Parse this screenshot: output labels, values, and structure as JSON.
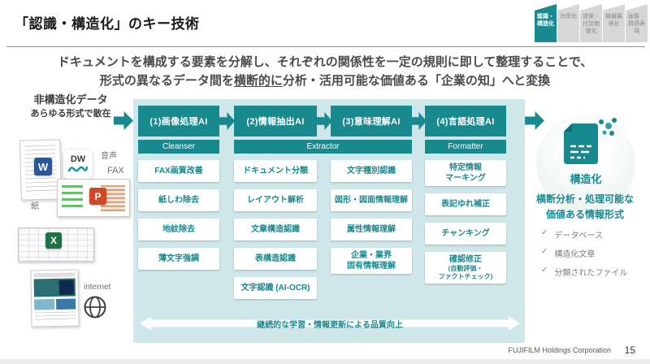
{
  "slide": {
    "title": "「認識・構造化」のキー技術",
    "subtitle": {
      "line1": "ドキュメントを構成する要素を分解し、それぞれの関係性を一定の規則に即して整理することで、",
      "line2_pre": "形式の異なるデータ間を",
      "line2_underlined": "横断的に",
      "line2_post": "分析・活用可能な価値ある「企業の知」へと変換"
    }
  },
  "nav_tabs": [
    {
      "label": "認識・構造化",
      "active": true
    },
    {
      "label": "効率化",
      "active": false
    },
    {
      "label": "提案・付加価値化",
      "active": false
    },
    {
      "label": "機器最適化",
      "active": false
    },
    {
      "label": "画像・質感表現",
      "active": false
    }
  ],
  "source": {
    "heading": "非構造化データ",
    "subheading": "あらゆる形式で散在",
    "labels": {
      "audio": "音声",
      "fax": "FAX",
      "paper": "紙",
      "internet": "internet"
    },
    "file_icons": {
      "word": "W",
      "docuworks": "DW",
      "powerpoint": "P",
      "excel": "X"
    }
  },
  "pipeline": {
    "columns": [
      {
        "header": "(1)画像処理AI",
        "items": [
          "FAX画質改善",
          "紙しわ除去",
          "地紋除去",
          "薄文字強調"
        ]
      },
      {
        "header": "(2)情報抽出AI",
        "items": [
          "ドキュメント分類",
          "レイアウト解析",
          "文章構造認識",
          "表構造認識",
          "文字認識 (AI-OCR)"
        ]
      },
      {
        "header": "(3)意味理解AI",
        "items": [
          "文字種別認識",
          "図形・図面情報理解",
          "属性情報理解",
          "企業・業界\n固有情報理解"
        ]
      },
      {
        "header": "(4)言語処理AI",
        "items": [
          "特定情報\nマーキング",
          "表記ゆれ補正",
          "チャンキング",
          "確認修正"
        ],
        "item4_sub": "(自動評価・\nファクトチェック)"
      }
    ],
    "roles": [
      "Cleanser",
      "Extractor",
      "Formatter"
    ],
    "bottom_arrow": "継続的な学習・情報更新による品質向上"
  },
  "output": {
    "title": "構造化",
    "description": "横断分析・処理可能な\n価値ある情報形式",
    "check_glyph": "✓",
    "checklist": [
      "データベース",
      "構造化文章",
      "分類されたファイル"
    ]
  },
  "footer": {
    "company": "FUJIFILM Holdings Corporation",
    "page": "15"
  },
  "colors": {
    "teal": "#17898f",
    "teal_dark": "#0d6b73",
    "panel_bg": "#cfe7ea",
    "tab_gray": "#d7d7d7"
  }
}
